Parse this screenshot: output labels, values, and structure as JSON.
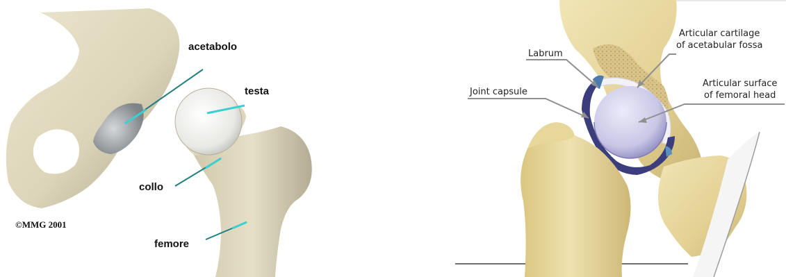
{
  "left_diagram": {
    "labels": {
      "acetabolo": "acetabolo",
      "testa": "testa",
      "collo": "collo",
      "femore": "femore"
    },
    "copyright": "©MMG 2001"
  },
  "right_diagram": {
    "labels": {
      "labrum": "Labrum",
      "joint_capsule": "Joint capsule",
      "cartilage_line1": "Articular cartilage",
      "cartilage_line2": "of acetabular fossa",
      "surface_line1": "Articular surface",
      "surface_line2": "of femoral head"
    }
  },
  "colors": {
    "bone": "#e7e1c8",
    "bone_shadow": "#9f9a84",
    "cartilage_left": "#f3f3f0",
    "pointer_left": "#2bb5b8",
    "bone_right": "#e8d79a",
    "cartilage_right": "#c9c6e6",
    "capsule_right": "#3c3d7c",
    "pointer_right": "#9a9a9a"
  }
}
